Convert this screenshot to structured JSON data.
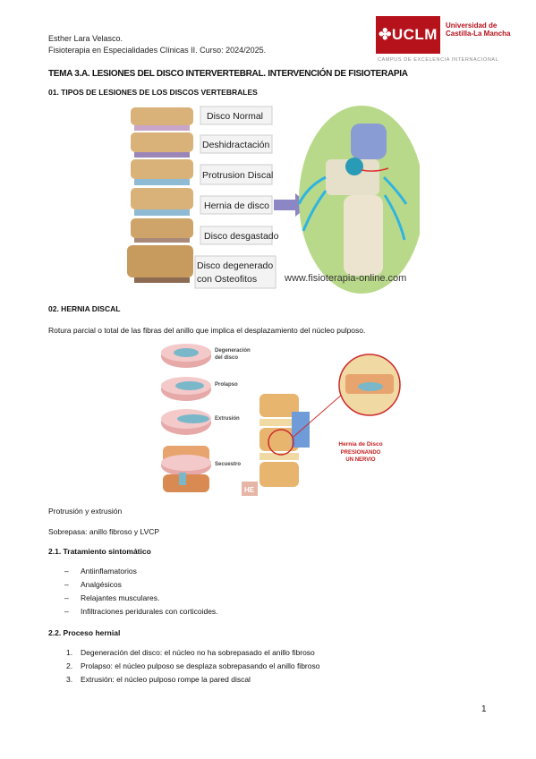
{
  "header": {
    "author": "Esther Lara Velasco.",
    "course": "Fisioterapia en Especialidades Clínicas II. Curso: 2024/2025."
  },
  "logo": {
    "brand": "✤UCLM",
    "university_line1": "Universidad de",
    "university_line2": "Castilla-La Mancha",
    "campus": "CAMPUS DE EXCELENCIA INTERNACIONAL"
  },
  "title": "TEMA 3.A. LESIONES DEL DISCO INTERVERTEBRAL. INTERVENCIÓN DE FISIOTERAPIA",
  "section1": {
    "heading": "01. TIPOS DE LESIONES DE LOS DISCOS VERTEBRALES",
    "figure_labels": [
      "Disco Normal",
      "Deshidractación",
      "Protrusion Discal",
      "Hernia de disco",
      "Disco desgastado",
      "Disco degenerado",
      "con Osteofitos"
    ],
    "figure_watermark": "www.fisioterapia-online.com"
  },
  "section2": {
    "heading": "02. HERNIA DISCAL",
    "definition": "Rotura parcial o total de las fibras del anillo que implica el desplazamiento del núcleo pulposo.",
    "figure_labels": [
      "Degeneración",
      "del disco",
      "Prolapso",
      "Extrusión",
      "Secuestro"
    ],
    "figure_callout": [
      "Hernia de Disco",
      "PRESIONANDO",
      "UN NERVIO"
    ],
    "figure_tag": "HE",
    "note1": "Protrusión y extrusión",
    "note2": "Sobrepasa: anillo fibroso y LVCP"
  },
  "treatment": {
    "heading": "2.1. Tratamiento sintomático",
    "items": [
      "Antiinflamatorios",
      "Analgésicos",
      "Relajantes musculares.",
      "Infiltraciones peridurales con corticoides."
    ]
  },
  "process": {
    "heading": "2.2. Proceso hernial",
    "items": [
      "Degeneración del disco: el núcleo no ha sobrepasado el anillo fibroso",
      "Prolapso: el núcleo pulposo se desplaza sobrepasando el anillo fibroso",
      "Extrusión: el núcleo pulposo rompe la pared discal"
    ]
  },
  "page_number": "1",
  "colors": {
    "brand_red": "#b5121b",
    "arrow": "#8c86c4",
    "background_green": "#b9d98a"
  }
}
